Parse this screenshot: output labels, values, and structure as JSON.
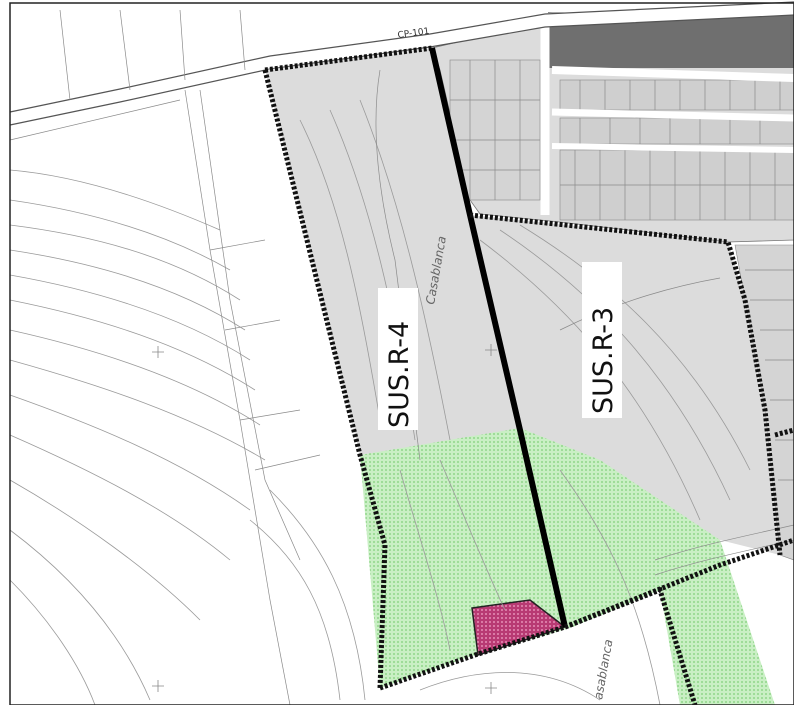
{
  "map": {
    "labels": {
      "sector_r4": "SUS.R-4",
      "sector_r3": "SUS.R-3",
      "road_code": "CP-101",
      "street_name_top": "Casablanca",
      "street_name_bottom": "asablanca"
    },
    "colors": {
      "sector_fill": "#d9d9d9",
      "green_area": "#b9e8b3",
      "pink_area": "#c8407a",
      "dark_block": "#6f6f6f",
      "boundary": "#111111"
    }
  }
}
